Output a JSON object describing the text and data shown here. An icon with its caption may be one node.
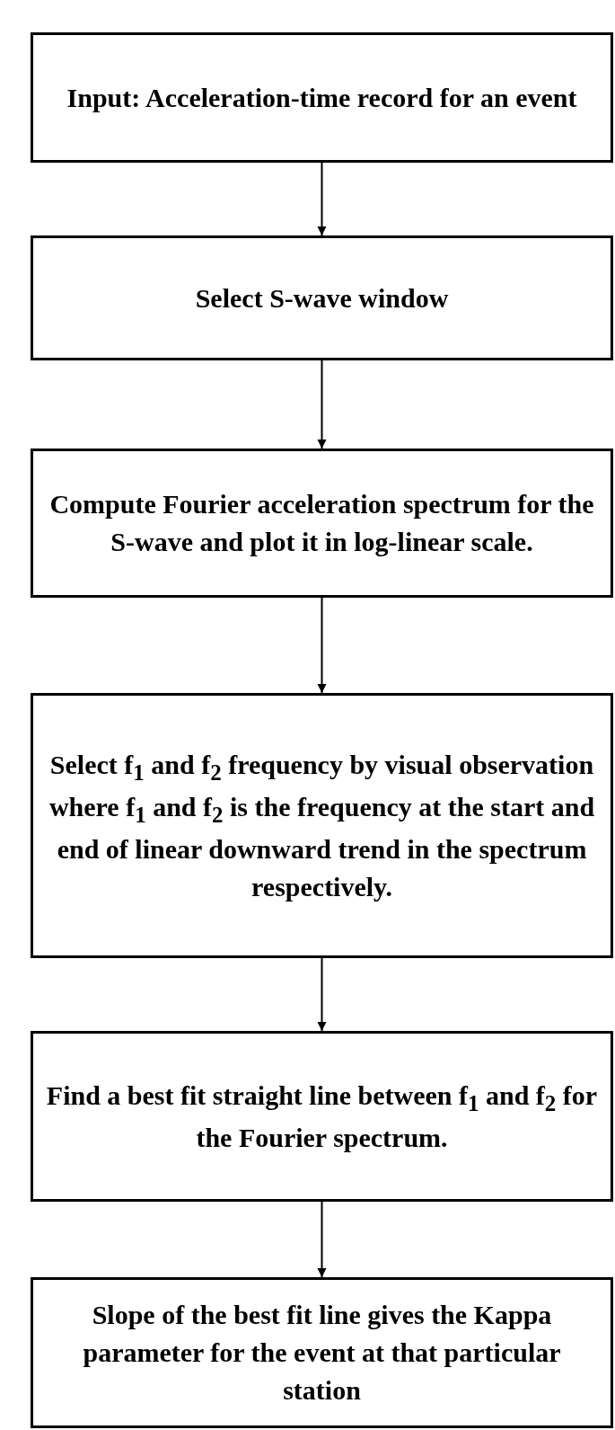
{
  "diagram": {
    "nodes": [
      {
        "text": [
          "Input: Acceleration-time record for an event"
        ]
      },
      {
        "text": [
          "Select S-wave window"
        ]
      },
      {
        "text": [
          "Compute Fourier acceleration spectrum for the S-wave and plot it in log-linear scale."
        ]
      },
      {
        "text": [
          "Select f$_{1}$ and f$_{2}$ frequency by visual observation where f$_{1}$ and f$_{2}$ is the frequency at the start and end of linear downward trend in the spectrum respectively."
        ]
      },
      {
        "text": [
          "Find a best fit straight line between f$_{1}$ and f$_{2}$ for the Fourier spectrum."
        ]
      },
      {
        "text": [
          "Slope of the best fit line gives the Kappa parameter for the event at that particular station"
        ]
      }
    ],
    "edges": [
      {
        "from": 0,
        "to": 1,
        "arrow": "to"
      },
      {
        "from": 1,
        "to": 2,
        "arrow": "to"
      },
      {
        "from": 2,
        "to": 3,
        "arrow": "to"
      },
      {
        "from": 3,
        "to": 4,
        "arrow": "to"
      },
      {
        "from": 4,
        "to": 5,
        "arrow": "to"
      }
    ]
  }
}
